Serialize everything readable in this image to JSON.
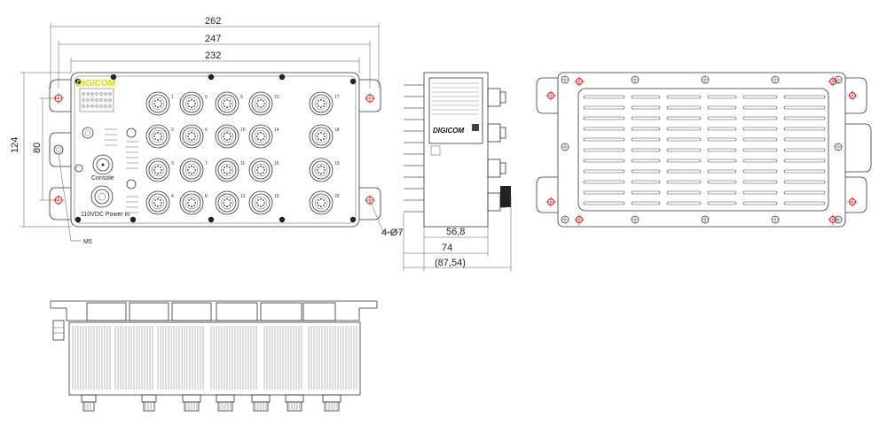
{
  "front_view": {
    "dim_total_width": "262",
    "dim_hole_spacing": "247",
    "dim_body_width": "232",
    "dim_total_height": "124",
    "dim_hole_height": "80",
    "label_screw": "M5",
    "label_holes": "4-Ø7",
    "brand": "DIGICOM",
    "console_label": "Console",
    "power_label": "110VDC Power in",
    "port_numbers": [
      "1",
      "2",
      "3",
      "4",
      "5",
      "6",
      "7",
      "8",
      "9",
      "10",
      "11",
      "12",
      "13",
      "14",
      "15",
      "16",
      "17",
      "18",
      "19",
      "20"
    ]
  },
  "side_view": {
    "brand": "DIGICOM",
    "dim_inner": "56,8",
    "dim_body": "74",
    "dim_overall": "(87,54)"
  },
  "colors": {
    "brand_yellow": "#e6d400",
    "hole_red": "#d21b1b",
    "line": "#333333"
  }
}
